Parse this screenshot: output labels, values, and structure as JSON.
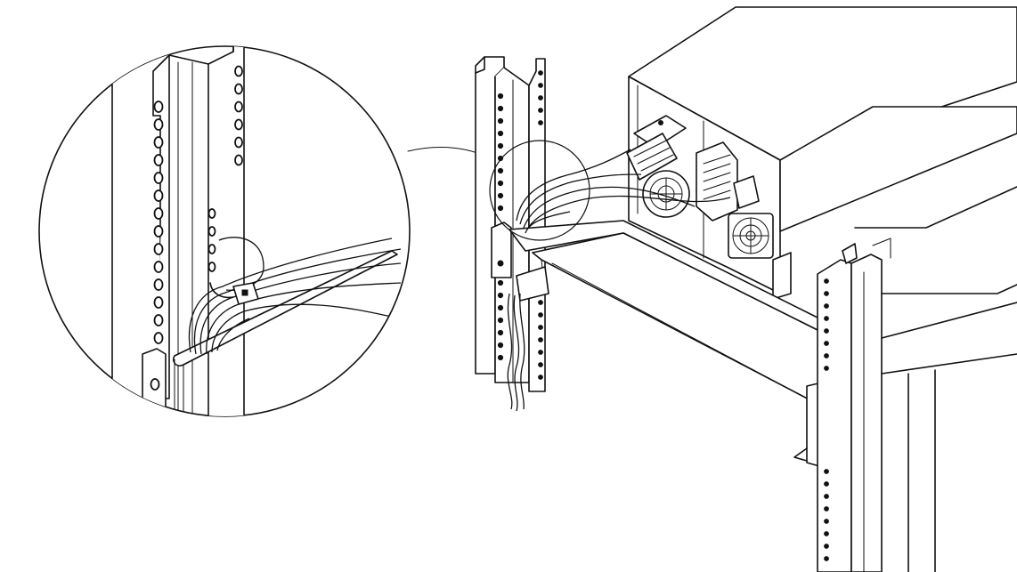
{
  "figure": {
    "colors": {
      "background": "#ffffff",
      "line": "#111111"
    },
    "components": [
      "zoom-callout",
      "rack-post-left",
      "rack-post-right",
      "support-rail",
      "tape-library-chassis",
      "cable-bundle",
      "cable-tie",
      "scsi-connector",
      "power-connector",
      "cooling-fan"
    ]
  }
}
